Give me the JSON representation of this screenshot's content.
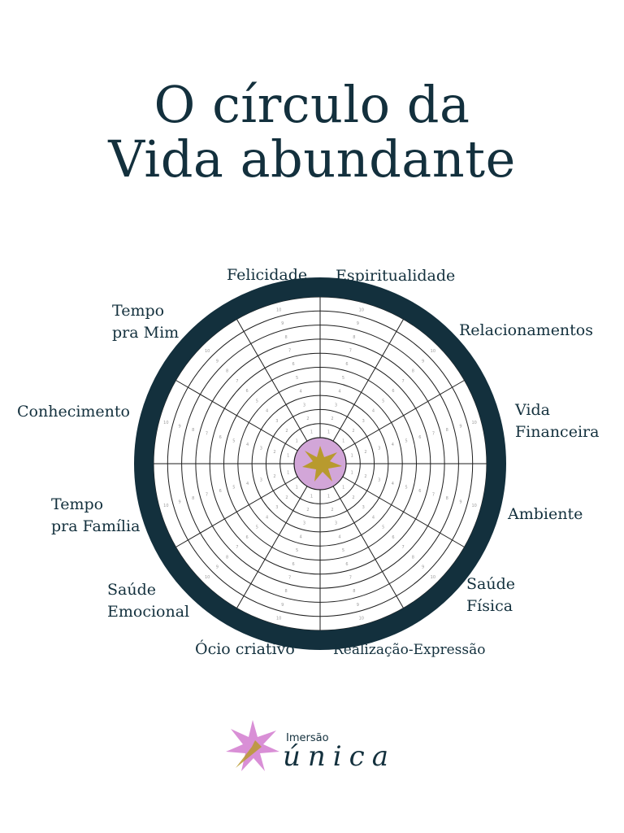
{
  "title": {
    "line1": "O círculo da",
    "line2": "Vida abundante"
  },
  "wheel": {
    "rings": 10,
    "ring_labels": [
      "1",
      "2",
      "3",
      "4",
      "5",
      "6",
      "7",
      "8",
      "9",
      "10"
    ],
    "segments": [
      "Espiritualidade",
      "Relacionamentos",
      "Vida Financeira",
      "Ambiente",
      "Saúde Física",
      "Realização-Expressão",
      "Ócio criativo",
      "Saúde Emocional",
      "Tempo pra Família",
      "Conhecimento",
      "Tempo pra Mim",
      "Felicidade"
    ],
    "labels": {
      "felicidade": "Felicidade",
      "espiritualidade": "Espiritualidade",
      "relacionamentos": "Relacionamentos",
      "vida_financeira_1": "Vida",
      "vida_financeira_2": "Financeira",
      "ambiente": "Ambiente",
      "saude_fisica_1": "Saúde",
      "saude_fisica_2": "Física",
      "realizacao": "Realização-Expressão",
      "ocio": "Ócio criativo",
      "saude_emocional_1": "Saúde",
      "saude_emocional_2": "Emocional",
      "tempo_familia_1": "Tempo",
      "tempo_familia_2": "pra Família",
      "conhecimento": "Conhecimento",
      "tempo_mim_1": "Tempo",
      "tempo_mim_2": "pra Mim"
    },
    "colors": {
      "outer_ring": "#13303d",
      "lines": "#1e1e1e",
      "center_fill": "#d2a6d8",
      "star": "#b89a2e"
    }
  },
  "logo": {
    "small": "Imersão",
    "big": "única",
    "star_colors": [
      "#d98fd6",
      "#b89a2e"
    ]
  }
}
